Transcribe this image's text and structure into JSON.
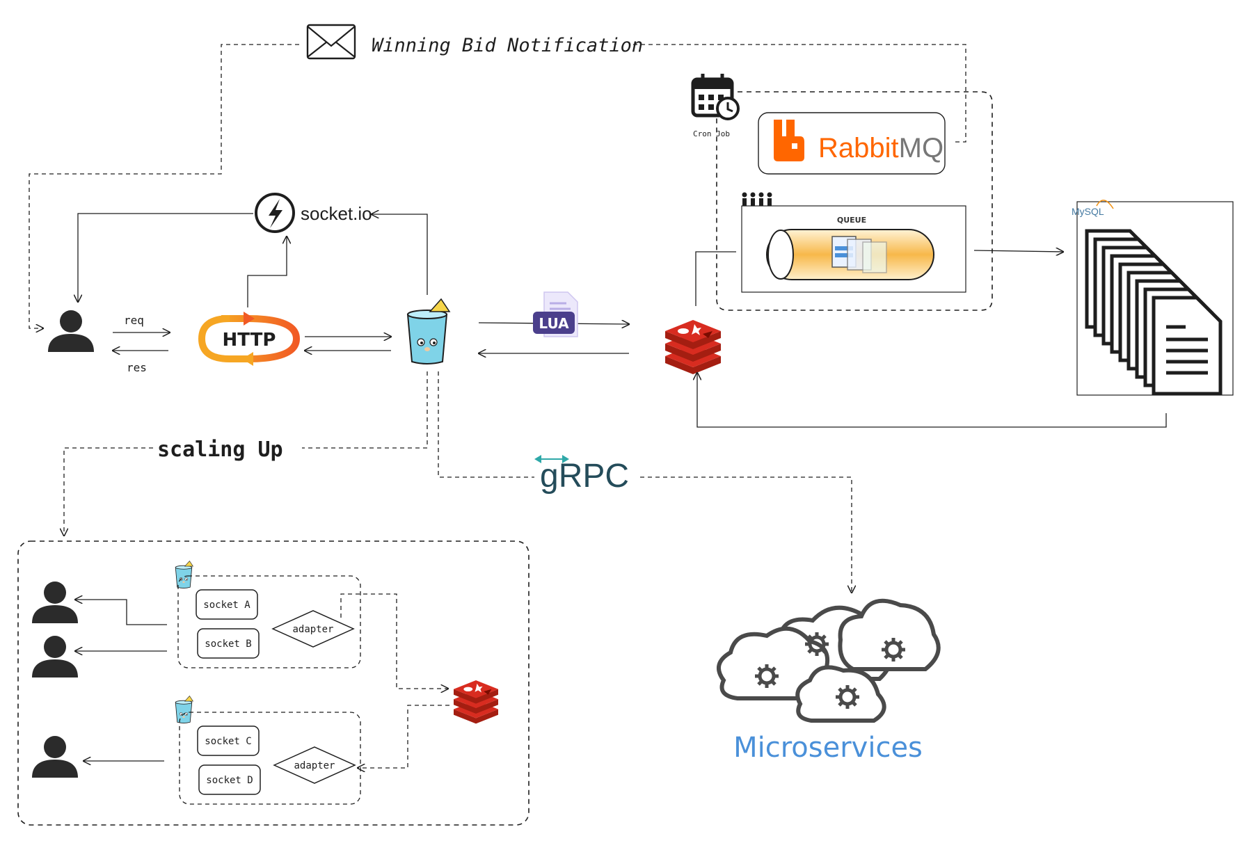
{
  "labels": {
    "winning_bid": "Winning Bid Notification",
    "cron_job": "Cron Job",
    "socketio": "socket.io",
    "http": "HTTP",
    "req": "req",
    "res": "res",
    "lua": "LUA",
    "rabbitmq": "RabbitMQ",
    "queue": "QUEUE",
    "mysql": "MySQL",
    "scaling_up": "scaling Up",
    "grpc": "gRPC",
    "microservices": "Microservices",
    "socket_a": "socket A",
    "socket_b": "socket B",
    "socket_c": "socket C",
    "socket_d": "socket D",
    "adapter_1": "adapter",
    "adapter_2": "adapter"
  },
  "colors": {
    "rabbit_orange": "#ff6600",
    "rabbit_gray": "#777777",
    "redis_red": "#d82c20",
    "micro_blue": "#4a90d9",
    "grpc_teal": "#244c5a",
    "lua_purple": "#4b3f8c",
    "gopher_blue": "#7fd3e8"
  }
}
